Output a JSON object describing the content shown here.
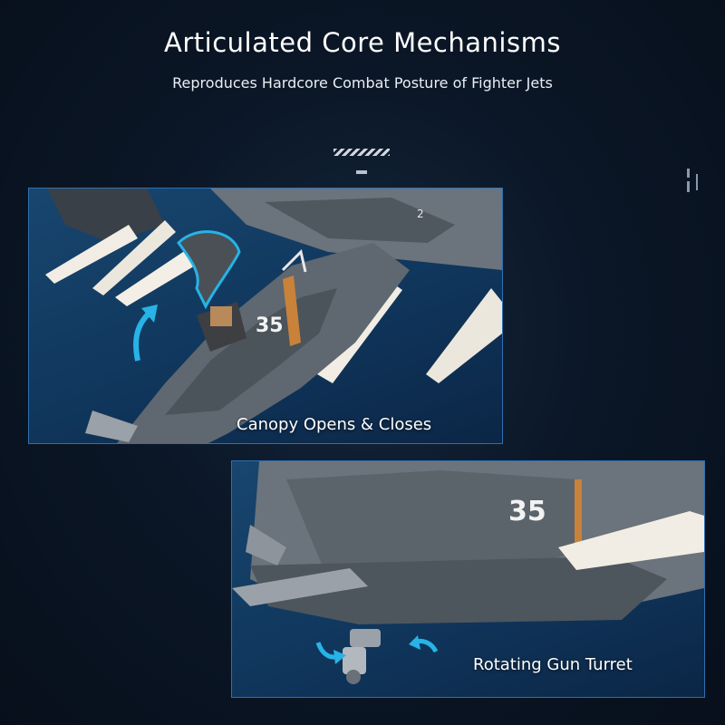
{
  "header": {
    "title": "Articulated Core Mechanisms",
    "subtitle": "Reproduces Hardcore Combat Posture of Fighter Jets"
  },
  "panels": [
    {
      "caption": "Canopy Opens & Closes",
      "badge": "35",
      "icon": "curved-arrow-icon"
    },
    {
      "caption": "Rotating Gun Turret",
      "badge": "35",
      "icon": "rotate-arrows-icon"
    }
  ],
  "colors": {
    "background": "#0b1727",
    "panel": "#134270",
    "panel_border": "#2f6fb0",
    "accent_arrow": "#27b3e6",
    "hull": "#5f6770",
    "missile": "#f1ede4",
    "stripe": "#c8823a"
  }
}
